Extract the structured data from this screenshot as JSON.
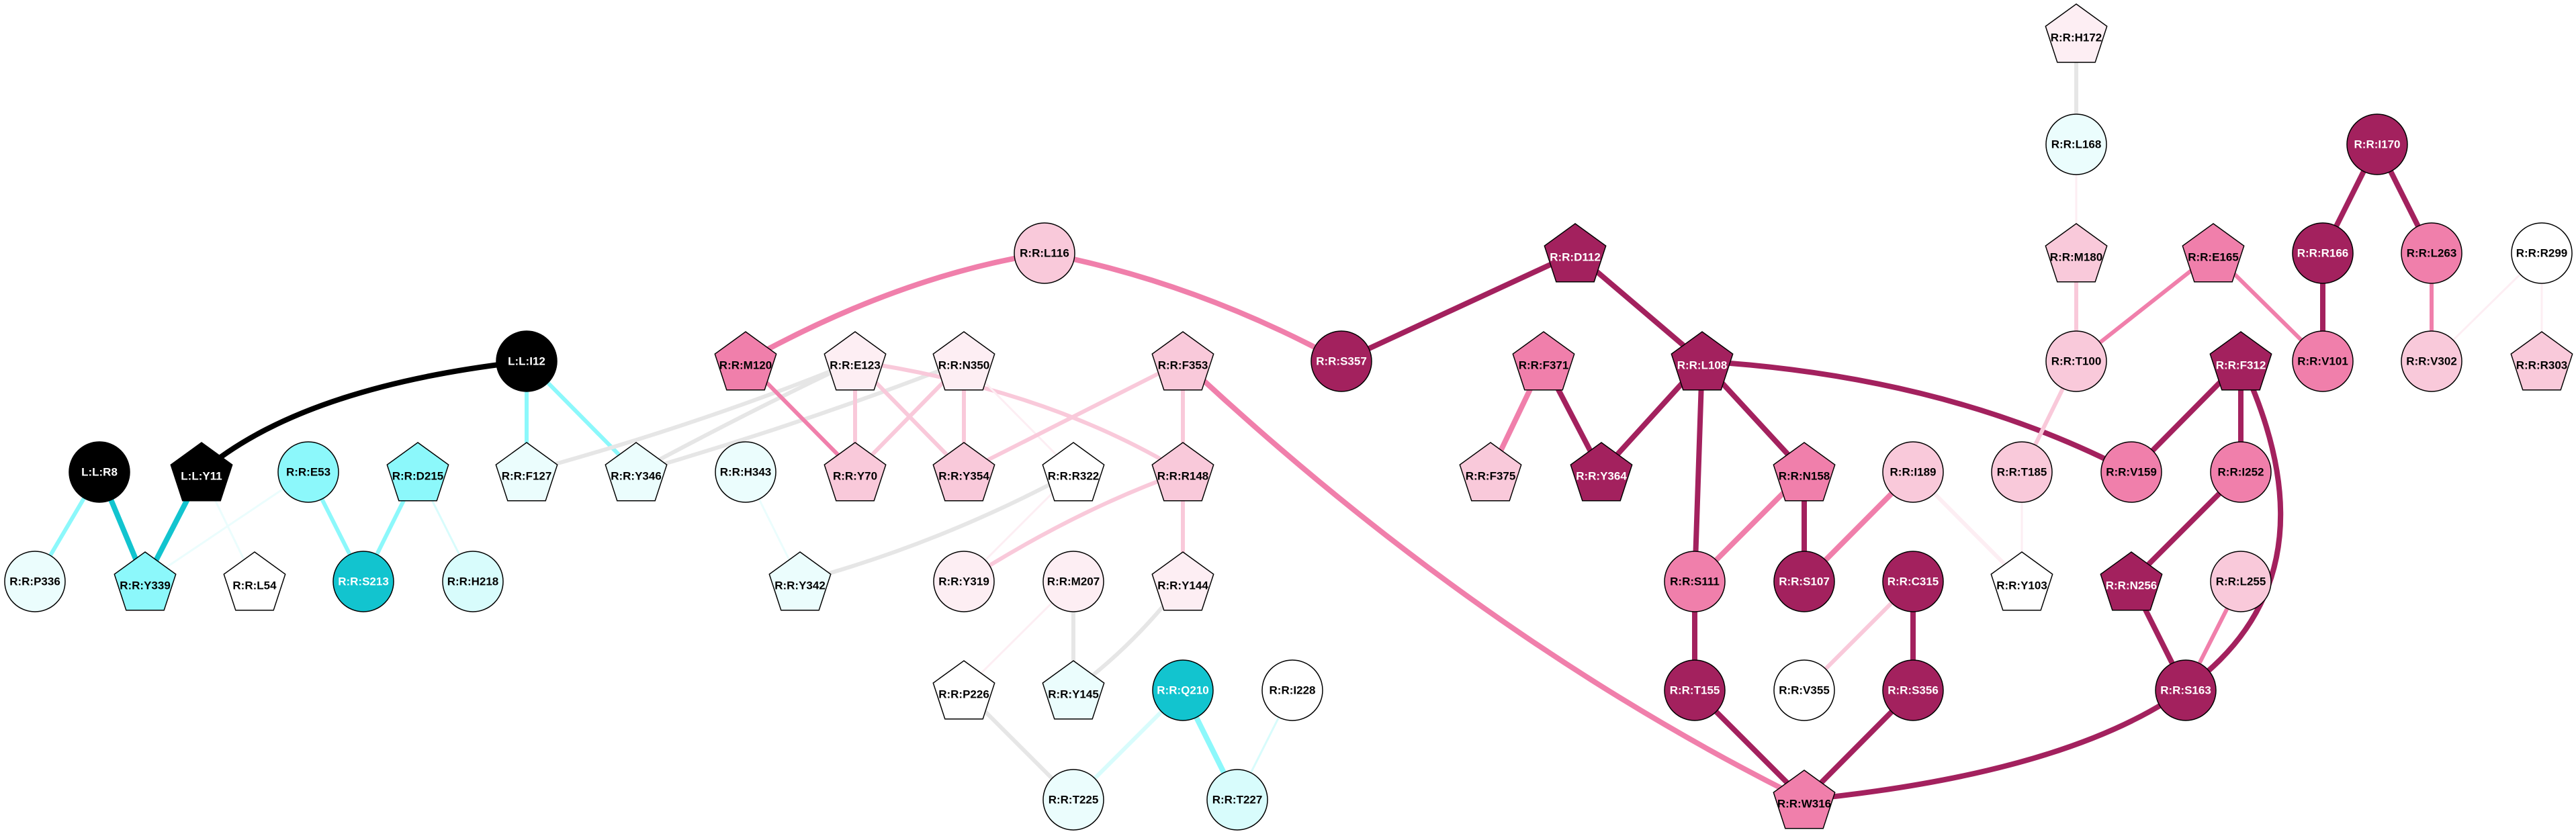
{
  "colors": {
    "black": "#000000",
    "cyan_dark": "#12c4cf",
    "cyan": "#8cf8fb",
    "cyan_light": "#d8fcfc",
    "cyan_pale": "#ebfdfd",
    "white": "#ffffff",
    "pink_pale": "#fdeef3",
    "pink_light": "#f9c9da",
    "pink": "#f07fab",
    "magenta": "#a3215e",
    "edge_gray": "#e6e6e6"
  },
  "nodes": [
    {
      "id": "L:L:R8",
      "label": "L:L:R8",
      "shape": "circle",
      "fill": "black"
    },
    {
      "id": "L:L:Y11",
      "label": "L:L:Y11",
      "shape": "pentagon",
      "fill": "black"
    },
    {
      "id": "L:L:I12",
      "label": "L:L:I12",
      "shape": "circle",
      "fill": "black"
    },
    {
      "id": "R:R:P336",
      "label": "R:R:P336",
      "shape": "circle",
      "fill": "cyan_pale"
    },
    {
      "id": "R:R:Y339",
      "label": "R:R:Y339",
      "shape": "pentagon",
      "fill": "cyan"
    },
    {
      "id": "R:R:L54",
      "label": "R:R:L54",
      "shape": "pentagon",
      "fill": "white"
    },
    {
      "id": "R:R:E53",
      "label": "R:R:E53",
      "shape": "circle",
      "fill": "cyan"
    },
    {
      "id": "R:R:S213",
      "label": "R:R:S213",
      "shape": "circle",
      "fill": "cyan_dark"
    },
    {
      "id": "R:R:D215",
      "label": "R:R:D215",
      "shape": "pentagon",
      "fill": "cyan"
    },
    {
      "id": "R:R:H218",
      "label": "R:R:H218",
      "shape": "circle",
      "fill": "cyan_light"
    },
    {
      "id": "R:R:F127",
      "label": "R:R:F127",
      "shape": "pentagon",
      "fill": "cyan_pale"
    },
    {
      "id": "R:R:Y346",
      "label": "R:R:Y346",
      "shape": "pentagon",
      "fill": "cyan_pale"
    },
    {
      "id": "R:R:H343",
      "label": "R:R:H343",
      "shape": "circle",
      "fill": "cyan_pale"
    },
    {
      "id": "R:R:Y342",
      "label": "R:R:Y342",
      "shape": "pentagon",
      "fill": "cyan_pale"
    },
    {
      "id": "R:R:M120",
      "label": "R:R:M120",
      "shape": "pentagon",
      "fill": "pink"
    },
    {
      "id": "R:R:L116",
      "label": "R:R:L116",
      "shape": "circle",
      "fill": "pink_light"
    },
    {
      "id": "R:R:E123",
      "label": "R:R:E123",
      "shape": "pentagon",
      "fill": "pink_pale"
    },
    {
      "id": "R:R:N350",
      "label": "R:R:N350",
      "shape": "pentagon",
      "fill": "pink_pale"
    },
    {
      "id": "R:R:Y70",
      "label": "R:R:Y70",
      "shape": "pentagon",
      "fill": "pink_light"
    },
    {
      "id": "R:R:Y354",
      "label": "R:R:Y354",
      "shape": "pentagon",
      "fill": "pink_light"
    },
    {
      "id": "R:R:F353",
      "label": "R:R:F353",
      "shape": "pentagon",
      "fill": "pink_light"
    },
    {
      "id": "R:R:R322",
      "label": "R:R:R322",
      "shape": "pentagon",
      "fill": "white"
    },
    {
      "id": "R:R:R148",
      "label": "R:R:R148",
      "shape": "pentagon",
      "fill": "pink_light"
    },
    {
      "id": "R:R:Y319",
      "label": "R:R:Y319",
      "shape": "circle",
      "fill": "pink_pale"
    },
    {
      "id": "R:R:M207",
      "label": "R:R:M207",
      "shape": "circle",
      "fill": "pink_pale"
    },
    {
      "id": "R:R:Y144",
      "label": "R:R:Y144",
      "shape": "pentagon",
      "fill": "pink_pale"
    },
    {
      "id": "R:R:P226",
      "label": "R:R:P226",
      "shape": "pentagon",
      "fill": "white"
    },
    {
      "id": "R:R:Y145",
      "label": "R:R:Y145",
      "shape": "pentagon",
      "fill": "cyan_pale"
    },
    {
      "id": "R:R:Q210",
      "label": "R:R:Q210",
      "shape": "circle",
      "fill": "cyan_dark"
    },
    {
      "id": "R:R:I228",
      "label": "R:R:I228",
      "shape": "circle",
      "fill": "white"
    },
    {
      "id": "R:R:T225",
      "label": "R:R:T225",
      "shape": "circle",
      "fill": "cyan_pale"
    },
    {
      "id": "R:R:T227",
      "label": "R:R:T227",
      "shape": "circle",
      "fill": "cyan_light"
    },
    {
      "id": "R:R:S357",
      "label": "R:R:S357",
      "shape": "circle",
      "fill": "magenta"
    },
    {
      "id": "R:R:D112",
      "label": "R:R:D112",
      "shape": "pentagon",
      "fill": "magenta"
    },
    {
      "id": "R:R:F371",
      "label": "R:R:F371",
      "shape": "pentagon",
      "fill": "pink"
    },
    {
      "id": "R:R:L108",
      "label": "R:R:L108",
      "shape": "pentagon",
      "fill": "magenta"
    },
    {
      "id": "R:R:F375",
      "label": "R:R:F375",
      "shape": "pentagon",
      "fill": "pink_light"
    },
    {
      "id": "R:R:Y364",
      "label": "R:R:Y364",
      "shape": "pentagon",
      "fill": "magenta"
    },
    {
      "id": "R:R:N158",
      "label": "R:R:N158",
      "shape": "pentagon",
      "fill": "pink"
    },
    {
      "id": "R:R:I189",
      "label": "R:R:I189",
      "shape": "circle",
      "fill": "pink_light"
    },
    {
      "id": "R:R:S111",
      "label": "R:R:S111",
      "shape": "circle",
      "fill": "pink"
    },
    {
      "id": "R:R:S107",
      "label": "R:R:S107",
      "shape": "circle",
      "fill": "magenta"
    },
    {
      "id": "R:R:C315",
      "label": "R:R:C315",
      "shape": "circle",
      "fill": "magenta"
    },
    {
      "id": "R:R:T155",
      "label": "R:R:T155",
      "shape": "circle",
      "fill": "magenta"
    },
    {
      "id": "R:R:V355",
      "label": "R:R:V355",
      "shape": "circle",
      "fill": "white"
    },
    {
      "id": "R:R:S356",
      "label": "R:R:S356",
      "shape": "circle",
      "fill": "magenta"
    },
    {
      "id": "R:R:W316",
      "label": "R:R:W316",
      "shape": "pentagon",
      "fill": "pink"
    },
    {
      "id": "R:R:H172",
      "label": "R:R:H172",
      "shape": "pentagon",
      "fill": "pink_pale"
    },
    {
      "id": "R:R:L168",
      "label": "R:R:L168",
      "shape": "circle",
      "fill": "cyan_pale"
    },
    {
      "id": "R:R:M180",
      "label": "R:R:M180",
      "shape": "pentagon",
      "fill": "pink_light"
    },
    {
      "id": "R:R:T100",
      "label": "R:R:T100",
      "shape": "circle",
      "fill": "pink_light"
    },
    {
      "id": "R:R:T185",
      "label": "R:R:T185",
      "shape": "circle",
      "fill": "pink_light"
    },
    {
      "id": "R:R:Y103",
      "label": "R:R:Y103",
      "shape": "pentagon",
      "fill": "white"
    },
    {
      "id": "R:R:E165",
      "label": "R:R:E165",
      "shape": "pentagon",
      "fill": "pink"
    },
    {
      "id": "R:R:V159",
      "label": "R:R:V159",
      "shape": "circle",
      "fill": "pink"
    },
    {
      "id": "R:R:F312",
      "label": "R:R:F312",
      "shape": "pentagon",
      "fill": "magenta"
    },
    {
      "id": "R:R:I252",
      "label": "R:R:I252",
      "shape": "circle",
      "fill": "pink"
    },
    {
      "id": "R:R:N256",
      "label": "R:R:N256",
      "shape": "pentagon",
      "fill": "magenta"
    },
    {
      "id": "R:R:L255",
      "label": "R:R:L255",
      "shape": "circle",
      "fill": "pink_light"
    },
    {
      "id": "R:R:S163",
      "label": "R:R:S163",
      "shape": "circle",
      "fill": "magenta"
    },
    {
      "id": "R:R:I170",
      "label": "R:R:I170",
      "shape": "circle",
      "fill": "magenta"
    },
    {
      "id": "R:R:R166",
      "label": "R:R:R166",
      "shape": "circle",
      "fill": "magenta"
    },
    {
      "id": "R:R:L263",
      "label": "R:R:L263",
      "shape": "circle",
      "fill": "pink"
    },
    {
      "id": "R:R:V101",
      "label": "R:R:V101",
      "shape": "circle",
      "fill": "pink"
    },
    {
      "id": "R:R:V302",
      "label": "R:R:V302",
      "shape": "circle",
      "fill": "pink_light"
    },
    {
      "id": "R:R:R299",
      "label": "R:R:R299",
      "shape": "circle",
      "fill": "white"
    },
    {
      "id": "R:R:R303",
      "label": "R:R:R303",
      "shape": "pentagon",
      "fill": "pink_light"
    }
  ],
  "edges": [
    {
      "source": "L:L:R8",
      "target": "R:R:P336",
      "color": "cyan",
      "weight": "medium"
    },
    {
      "source": "L:L:R8",
      "target": "R:R:Y339",
      "color": "cyan_dark",
      "weight": "heavy"
    },
    {
      "source": "L:L:Y11",
      "target": "R:R:Y339",
      "color": "cyan_dark",
      "weight": "heavy"
    },
    {
      "source": "L:L:Y11",
      "target": "R:R:L54",
      "color": "cyan_pale",
      "weight": "light"
    },
    {
      "source": "L:L:I12",
      "target": "L:L:Y11",
      "color": "black",
      "weight": "heavy"
    },
    {
      "source": "L:L:I12",
      "target": "R:R:F127",
      "color": "cyan",
      "weight": "medium"
    },
    {
      "source": "L:L:I12",
      "target": "R:R:Y346",
      "color": "cyan",
      "weight": "medium"
    },
    {
      "source": "R:R:E53",
      "target": "R:R:S213",
      "color": "cyan",
      "weight": "medium"
    },
    {
      "source": "R:R:E53",
      "target": "R:R:Y339",
      "color": "cyan_pale",
      "weight": "light"
    },
    {
      "source": "R:R:D215",
      "target": "R:R:S213",
      "color": "cyan",
      "weight": "medium"
    },
    {
      "source": "R:R:D215",
      "target": "R:R:H218",
      "color": "cyan_light",
      "weight": "light"
    },
    {
      "source": "R:R:H343",
      "target": "R:R:Y342",
      "color": "cyan_pale",
      "weight": "light"
    },
    {
      "source": "R:R:E123",
      "target": "R:R:F127",
      "color": "edge_gray",
      "weight": "medium"
    },
    {
      "source": "R:R:N350",
      "target": "R:R:Y346",
      "color": "edge_gray",
      "weight": "medium"
    },
    {
      "source": "R:R:E123",
      "target": "R:R:Y346",
      "color": "edge_gray",
      "weight": "medium"
    },
    {
      "source": "R:R:R322",
      "target": "R:R:Y342",
      "color": "edge_gray",
      "weight": "medium"
    },
    {
      "source": "R:R:L116",
      "target": "R:R:M120",
      "color": "pink",
      "weight": "heavy"
    },
    {
      "source": "R:R:L116",
      "target": "R:R:S357",
      "color": "pink",
      "weight": "heavy"
    },
    {
      "source": "R:R:M120",
      "target": "R:R:Y70",
      "color": "pink",
      "weight": "medium"
    },
    {
      "source": "R:R:E123",
      "target": "R:R:Y70",
      "color": "pink_light",
      "weight": "medium"
    },
    {
      "source": "R:R:E123",
      "target": "R:R:Y354",
      "color": "pink_light",
      "weight": "medium"
    },
    {
      "source": "R:R:E123",
      "target": "R:R:R148",
      "color": "pink_light",
      "weight": "medium"
    },
    {
      "source": "R:R:N350",
      "target": "R:R:Y70",
      "color": "pink_light",
      "weight": "medium"
    },
    {
      "source": "R:R:N350",
      "target": "R:R:Y354",
      "color": "pink_light",
      "weight": "medium"
    },
    {
      "source": "R:R:N350",
      "target": "R:R:R322",
      "color": "pink_pale",
      "weight": "light"
    },
    {
      "source": "R:R:F353",
      "target": "R:R:Y354",
      "color": "pink_light",
      "weight": "medium"
    },
    {
      "source": "R:R:F353",
      "target": "R:R:R148",
      "color": "pink_light",
      "weight": "medium"
    },
    {
      "source": "R:R:F353",
      "target": "R:R:W316",
      "color": "pink",
      "weight": "heavy"
    },
    {
      "source": "R:R:R148",
      "target": "R:R:Y319",
      "color": "pink_light",
      "weight": "medium"
    },
    {
      "source": "R:R:R148",
      "target": "R:R:Y144",
      "color": "pink_light",
      "weight": "medium"
    },
    {
      "source": "R:R:R322",
      "target": "R:R:Y319",
      "color": "pink_pale",
      "weight": "light"
    },
    {
      "source": "R:R:M207",
      "target": "R:R:P226",
      "color": "pink_pale",
      "weight": "light"
    },
    {
      "source": "R:R:M207",
      "target": "R:R:Y145",
      "color": "edge_gray",
      "weight": "medium"
    },
    {
      "source": "R:R:Y144",
      "target": "R:R:Y145",
      "color": "edge_gray",
      "weight": "medium"
    },
    {
      "source": "R:R:P226",
      "target": "R:R:T225",
      "color": "edge_gray",
      "weight": "medium"
    },
    {
      "source": "R:R:Q210",
      "target": "R:R:T225",
      "color": "cyan_light",
      "weight": "medium"
    },
    {
      "source": "R:R:Q210",
      "target": "R:R:T227",
      "color": "cyan",
      "weight": "heavy"
    },
    {
      "source": "R:R:I228",
      "target": "R:R:T227",
      "color": "cyan_light",
      "weight": "light"
    },
    {
      "source": "R:R:D112",
      "target": "R:R:S357",
      "color": "magenta",
      "weight": "heavy"
    },
    {
      "source": "R:R:D112",
      "target": "R:R:L108",
      "color": "magenta",
      "weight": "heavy"
    },
    {
      "source": "R:R:F371",
      "target": "R:R:F375",
      "color": "pink",
      "weight": "heavy"
    },
    {
      "source": "R:R:F371",
      "target": "R:R:Y364",
      "color": "magenta",
      "weight": "heavy"
    },
    {
      "source": "R:R:L108",
      "target": "R:R:Y364",
      "color": "magenta",
      "weight": "heavy"
    },
    {
      "source": "R:R:L108",
      "target": "R:R:S111",
      "color": "magenta",
      "weight": "heavy"
    },
    {
      "source": "R:R:L108",
      "target": "R:R:N158",
      "color": "magenta",
      "weight": "heavy"
    },
    {
      "source": "R:R:L108",
      "target": "R:R:V159",
      "color": "magenta",
      "weight": "heavy"
    },
    {
      "source": "R:R:N158",
      "target": "R:R:S111",
      "color": "pink",
      "weight": "heavy"
    },
    {
      "source": "R:R:N158",
      "target": "R:R:S107",
      "color": "magenta",
      "weight": "heavy"
    },
    {
      "source": "R:R:I189",
      "target": "R:R:S107",
      "color": "pink",
      "weight": "heavy"
    },
    {
      "source": "R:R:I189",
      "target": "R:R:Y103",
      "color": "pink_pale",
      "weight": "medium"
    },
    {
      "source": "R:R:S111",
      "target": "R:R:T155",
      "color": "magenta",
      "weight": "heavy"
    },
    {
      "source": "R:R:T155",
      "target": "R:R:W316",
      "color": "magenta",
      "weight": "heavy"
    },
    {
      "source": "R:R:C315",
      "target": "R:R:S356",
      "color": "magenta",
      "weight": "heavy"
    },
    {
      "source": "R:R:C315",
      "target": "R:R:V355",
      "color": "pink_light",
      "weight": "medium"
    },
    {
      "source": "R:R:S356",
      "target": "R:R:W316",
      "color": "magenta",
      "weight": "heavy"
    },
    {
      "source": "R:R:F312",
      "target": "R:R:W316",
      "color": "magenta",
      "weight": "heavy"
    },
    {
      "source": "R:R:H172",
      "target": "R:R:L168",
      "color": "edge_gray",
      "weight": "medium"
    },
    {
      "source": "R:R:L168",
      "target": "R:R:M180",
      "color": "pink_pale",
      "weight": "light"
    },
    {
      "source": "R:R:M180",
      "target": "R:R:T100",
      "color": "pink_light",
      "weight": "medium"
    },
    {
      "source": "R:R:T100",
      "target": "R:R:T185",
      "color": "pink_light",
      "weight": "medium"
    },
    {
      "source": "R:R:T185",
      "target": "R:R:Y103",
      "color": "pink_pale",
      "weight": "light"
    },
    {
      "source": "R:R:E165",
      "target": "R:R:T100",
      "color": "pink",
      "weight": "medium"
    },
    {
      "source": "R:R:E165",
      "target": "R:R:V101",
      "color": "pink",
      "weight": "medium"
    },
    {
      "source": "R:R:F312",
      "target": "R:R:V159",
      "color": "magenta",
      "weight": "heavy"
    },
    {
      "source": "R:R:F312",
      "target": "R:R:I252",
      "color": "magenta",
      "weight": "heavy"
    },
    {
      "source": "R:R:I252",
      "target": "R:R:N256",
      "color": "magenta",
      "weight": "heavy"
    },
    {
      "source": "R:R:N256",
      "target": "R:R:S163",
      "color": "magenta",
      "weight": "heavy"
    },
    {
      "source": "R:R:L255",
      "target": "R:R:S163",
      "color": "pink",
      "weight": "medium"
    },
    {
      "source": "R:R:I170",
      "target": "R:R:R166",
      "color": "magenta",
      "weight": "heavy"
    },
    {
      "source": "R:R:I170",
      "target": "R:R:L263",
      "color": "magenta",
      "weight": "heavy"
    },
    {
      "source": "R:R:R166",
      "target": "R:R:V101",
      "color": "magenta",
      "weight": "heavy"
    },
    {
      "source": "R:R:L263",
      "target": "R:R:V302",
      "color": "pink",
      "weight": "medium"
    },
    {
      "source": "R:R:R299",
      "target": "R:R:V302",
      "color": "pink_pale",
      "weight": "light"
    },
    {
      "source": "R:R:R299",
      "target": "R:R:R303",
      "color": "pink_pale",
      "weight": "light"
    }
  ]
}
